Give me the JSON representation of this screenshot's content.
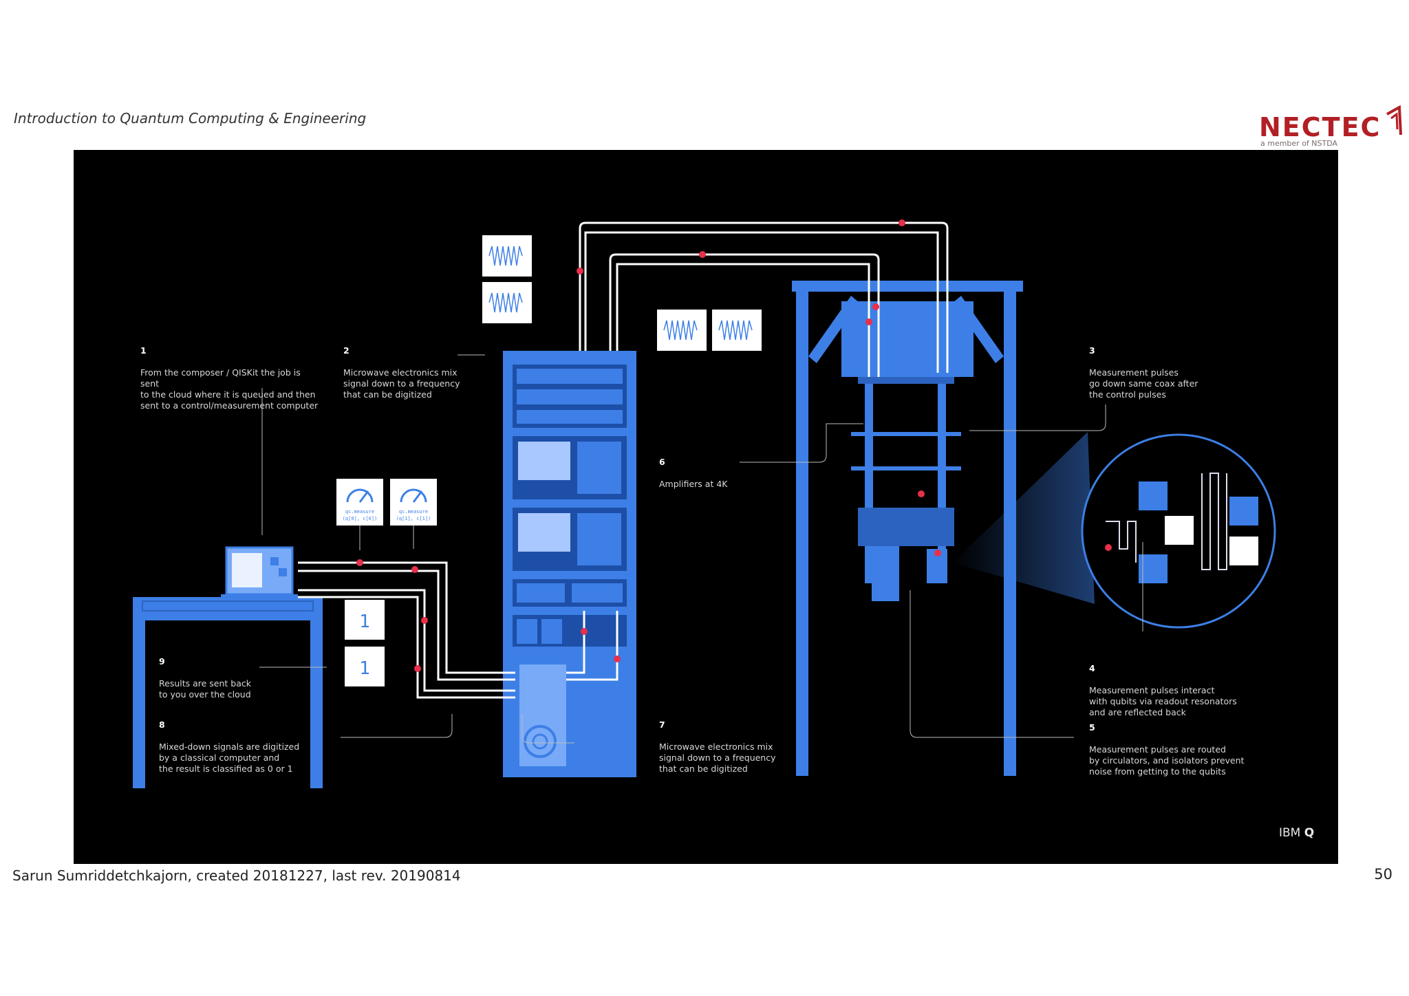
{
  "header": {
    "title": "Introduction to Quantum Computing & Engineering"
  },
  "logo": {
    "word": "NECTEC",
    "sub": "a member of NSTDA"
  },
  "figure": {
    "brand_text": "IBM",
    "brand_bold": "Q",
    "steps": [
      {
        "number": "1",
        "text": "From the composer / QISKit the job is sent\nto the cloud where it is queued and then\nsent to a control/measurement computer"
      },
      {
        "number": "2",
        "text": "Microwave electronics mix\nsignal down to a frequency\nthat can be digitized"
      },
      {
        "number": "3",
        "text": "Measurement pulses\ngo down same coax after\nthe control pulses"
      },
      {
        "number": "4",
        "text": "Measurement pulses interact\nwith qubits via readout resonators\nand are reflected back"
      },
      {
        "number": "5",
        "text": "Measurement pulses are routed\nby circulators, and isolators prevent\nnoise from getting to the qubits"
      },
      {
        "number": "6",
        "text": "Amplifiers at 4K"
      },
      {
        "number": "7",
        "text": "Microwave electronics mix\nsignal down to a frequency\nthat can be digitized"
      },
      {
        "number": "8",
        "text": "Mixed-down signals are digitized\nby a classical computer and\nthe result is classified as 0 or 1"
      },
      {
        "number": "9",
        "text": "Results are sent back\nto you over the cloud"
      }
    ],
    "measure_cards": [
      {
        "line1": "qc.measure",
        "line2": "(q[0], c[0])"
      },
      {
        "line1": "qc.measure",
        "line2": "(q[1], c[1])"
      }
    ],
    "results": [
      "1",
      "1"
    ]
  },
  "footer": {
    "author_line": "Sarun Sumriddetchkajorn, created 20181227, last rev. 20190814",
    "page_number": "50"
  },
  "colors": {
    "figure_background": "#000000",
    "accent_blue": "#3d7fe6",
    "light_blue": "#78aaf7",
    "signal_red": "#e8304a",
    "logo_red": "#b21f24"
  }
}
